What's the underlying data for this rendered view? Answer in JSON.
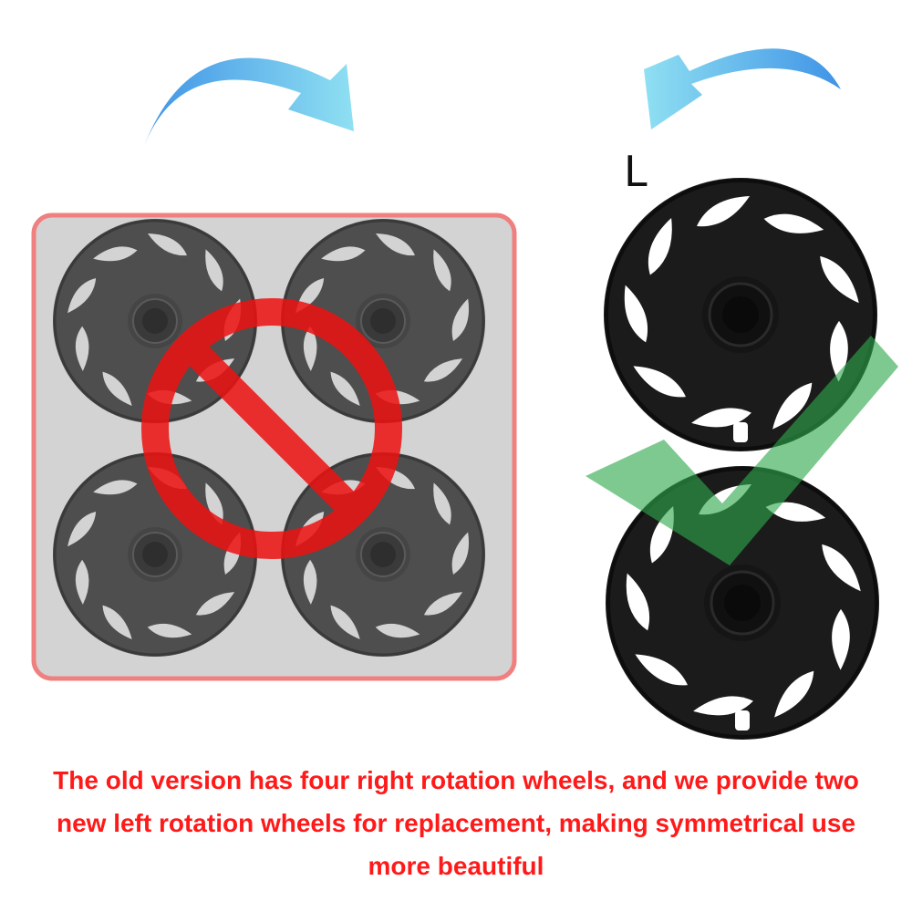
{
  "side_label": "L",
  "caption": {
    "line1": "The old version has four right rotation wheels, and we provide two",
    "line2": "new left rotation wheels for replacement, making symmetrical use",
    "line3": "more beautiful"
  },
  "colors": {
    "arrow": "#5bb4ec",
    "prohibit": "#ee1111",
    "panel_fill": "#d3d3d3",
    "panel_border": "#f08080",
    "old_wheel": "#4e4e4e",
    "new_wheel": "#1b1b1b",
    "check": "#2ea84a",
    "caption": "#ff1a1a"
  }
}
